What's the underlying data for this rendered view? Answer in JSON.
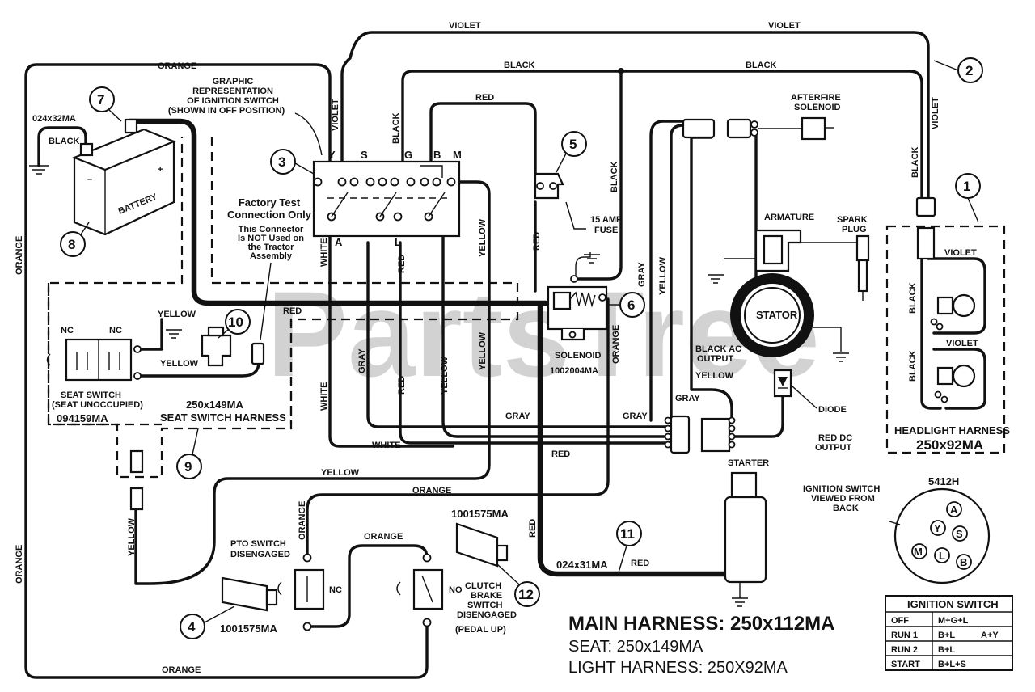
{
  "watermark": "PartsTree",
  "wire_labels": {
    "violet": "VIOLET",
    "orange": "ORANGE",
    "black": "BLACK",
    "red": "RED",
    "white": "WHITE",
    "gray": "GRAY",
    "yellow": "YELLOW"
  },
  "ignition_graphic_label": [
    "GRAPHIC",
    "REPRESENTATION",
    "OF IGNITION SWITCH",
    "(SHOWN IN OFF POSITION)"
  ],
  "ignition_terminals": [
    "Y",
    "S",
    "G",
    "B",
    "M",
    "A",
    "L"
  ],
  "factory_test": {
    "title": [
      "Factory Test",
      "Connection Only"
    ],
    "note": [
      "This Connector",
      "Is NOT Used on",
      "the Tractor",
      "Assembly"
    ]
  },
  "battery": {
    "label": "BATTERY",
    "part": "024x32MA"
  },
  "fuse_label": [
    "15 AMP",
    "FUSE"
  ],
  "afterfire_label": [
    "AFTERFIRE",
    "SOLENOID"
  ],
  "armature_label": "ARMATURE",
  "spark_plug_label": [
    "SPARK",
    "PLUG"
  ],
  "stator_label": "STATOR",
  "black_ac_label": [
    "BLACK AC",
    "OUTPUT"
  ],
  "diode_label": "DIODE",
  "red_dc_label": [
    "RED DC",
    "OUTPUT"
  ],
  "solenoid": {
    "label": "SOLENOID",
    "part": "1002004MA"
  },
  "starter_label": "STARTER",
  "seat_switch": {
    "nc1": "NC",
    "nc2": "NC",
    "label": [
      "SEAT SWITCH",
      "(SEAT UNOCCUPIED)"
    ],
    "part": "094159MA",
    "harness_part": "250x149MA",
    "harness_label": "SEAT SWITCH HARNESS"
  },
  "headlight": {
    "label": "HEADLIGHT HARNESS",
    "part": "250x92MA"
  },
  "pto": {
    "label": [
      "PTO SWITCH",
      "DISENGAGED"
    ],
    "contact": "NC",
    "part": "1001575MA"
  },
  "clutch": {
    "label": [
      "CLUTCH",
      "BRAKE",
      "SWITCH",
      "DISENGAGED",
      "(PEDAL UP)"
    ],
    "contact": "NO",
    "part": "1001575MA"
  },
  "ground_harness_part": "024x31MA",
  "ignition_back": {
    "label": [
      "IGNITION SWITCH",
      "VIEWED FROM",
      "BACK"
    ],
    "part": "5412H",
    "terminals": [
      "A",
      "Y",
      "S",
      "M",
      "L",
      "B"
    ]
  },
  "ignition_table": {
    "title": "IGNITION SWITCH",
    "rows": [
      [
        "OFF",
        "M+G+L",
        ""
      ],
      [
        "RUN 1",
        "B+L",
        "A+Y"
      ],
      [
        "RUN 2",
        "B+L",
        ""
      ],
      [
        "START",
        "B+L+S",
        ""
      ]
    ]
  },
  "summary": {
    "main": "MAIN HARNESS: 250x112MA",
    "seat": "SEAT:  250x149MA",
    "light": "LIGHT HARNESS: 250X92MA"
  },
  "callouts": [
    "1",
    "2",
    "3",
    "4",
    "5",
    "6",
    "7",
    "8",
    "9",
    "10",
    "11",
    "12"
  ]
}
